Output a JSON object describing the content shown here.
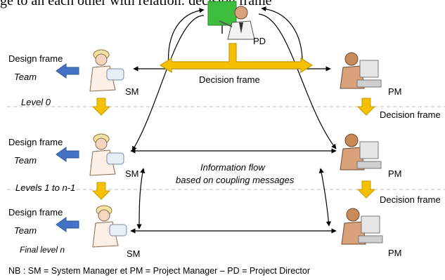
{
  "header": {
    "cut_text": "ge to an each other with relation: decision frame"
  },
  "roles": {
    "pd": "PD",
    "sm": "SM",
    "pm": "PM"
  },
  "left": {
    "design_frame": "Design frame",
    "team": "Team",
    "level0": "Level 0",
    "levels_mid": "Levels 1 to n-1",
    "final_level": "Final level n"
  },
  "right": {
    "decision_frame": "Decision frame"
  },
  "center": {
    "decision_frame": "Decision frame",
    "info_flow_line1": "Information flow",
    "info_flow_line2": "based on coupling messages"
  },
  "footer": {
    "note": "NB : SM = System Manager et PM = Project Manager – PD = Project Director"
  },
  "colors": {
    "yellow_arrow": "#F5C000",
    "yellow_edge": "#C89B00",
    "blue_arrow": "#4472C4",
    "dashed_line": "#BFBFBF",
    "pd_board": "#3DBE3D"
  },
  "icons": [
    "project-director-icon",
    "system-manager-icon",
    "project-manager-icon"
  ]
}
